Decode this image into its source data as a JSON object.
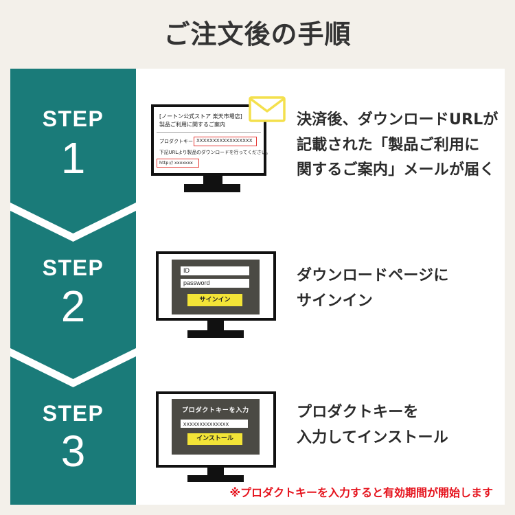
{
  "title": "ご注文後の手順",
  "steps": [
    {
      "label": "STEP",
      "number": "1",
      "lines": [
        "決済後、ダウンロードURLが",
        "記載された「製品ご利用に",
        "関するご案内」メールが届く"
      ],
      "screen": {
        "store_name": "[ノートン公式ストア 楽天市場店]",
        "subject": "製品ご利用に関するご案内",
        "key_label": "プロダクトキー",
        "key_value": "XXXXXXXXXXXXXXXXX",
        "instruction": "下記URLより製品のダウンロードを行ってください。",
        "url": "http:// xxxxxxx",
        "icon": "envelope-icon"
      }
    },
    {
      "label": "STEP",
      "number": "2",
      "lines": [
        "ダウンロードページに",
        "サインイン"
      ],
      "screen": {
        "id_field": "ID",
        "password_field": "password",
        "button": "サインイン"
      }
    },
    {
      "label": "STEP",
      "number": "3",
      "lines": [
        "プロダクトキーを",
        "入力してインストール"
      ],
      "screen": {
        "heading": "プロダクトキーを入力",
        "key_field": "xxxxxxxxxxxxxx",
        "button": "インストール"
      }
    }
  ],
  "note": "※プロダクトキーを入力すると有効期間が開始します",
  "colors": {
    "background": "#f3f0ea",
    "teal": "#1a7b79",
    "note_red": "#e5121c",
    "highlight_red": "#e53935",
    "button_yellow": "#f3e437",
    "envelope_yellow": "#f4e04d",
    "dark_panel": "#4b4a44",
    "text": "#2b2b2b"
  }
}
